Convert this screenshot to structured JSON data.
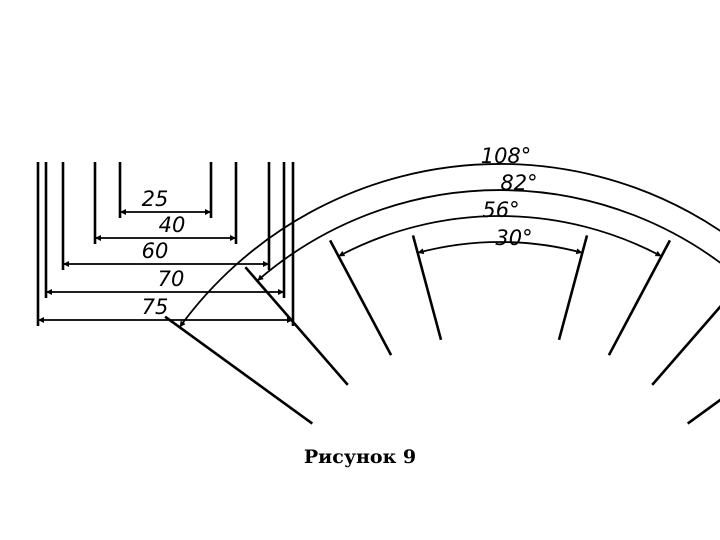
{
  "linear_dimensions": [
    "25",
    "40",
    "60",
    "70",
    "75"
  ],
  "angular_dimensions": [
    "108°",
    "82°",
    "56°",
    "30°"
  ],
  "caption": "Рисунок 9",
  "colors": {
    "line": "#000000",
    "background": "#ffffff"
  }
}
